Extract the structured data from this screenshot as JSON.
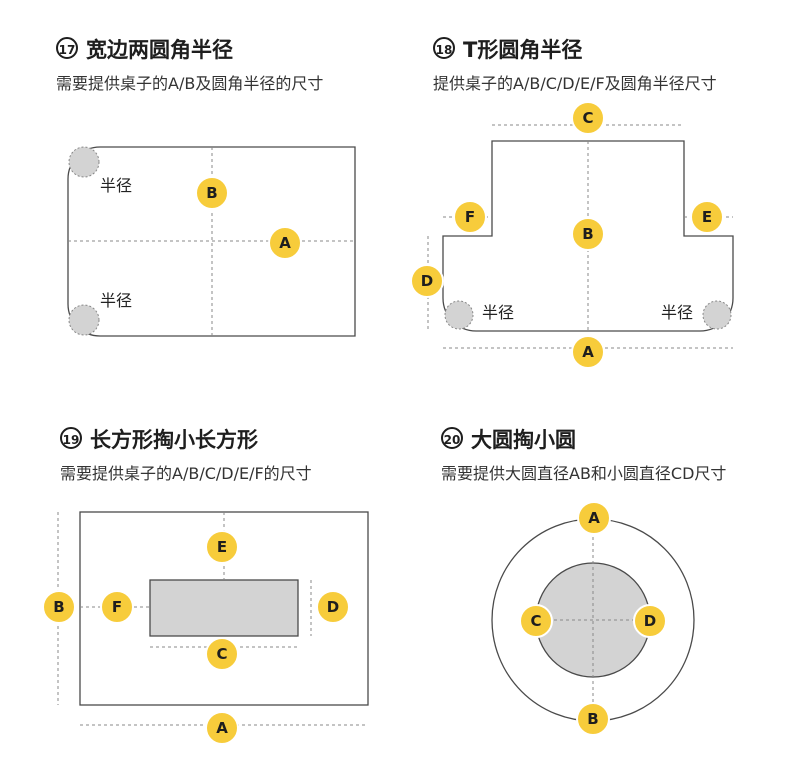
{
  "colors": {
    "badge": "#f7cc3b",
    "badge_border": "#ffffff",
    "fill_gray": "#d3d3d3",
    "stroke": "#4a4a4a",
    "dash": "#888888"
  },
  "panels": [
    {
      "number": "17",
      "title": "宽边两圆角半径",
      "subtitle": "需要提供桌子的A/B及圆角半径的尺寸",
      "labels": {
        "a": "A",
        "b": "B",
        "radius_top": "半径",
        "radius_bottom": "半径"
      }
    },
    {
      "number": "18",
      "title": "T形圆角半径",
      "subtitle": "提供桌子的A/B/C/D/E/F及圆角半径尺寸",
      "labels": {
        "a": "A",
        "b": "B",
        "c": "C",
        "d": "D",
        "e": "E",
        "f": "F",
        "radius_left": "半径",
        "radius_right": "半径"
      }
    },
    {
      "number": "19",
      "title": "长方形掏小长方形",
      "subtitle": "需要提供桌子的A/B/C/D/E/F的尺寸",
      "labels": {
        "a": "A",
        "b": "B",
        "c": "C",
        "d": "D",
        "e": "E",
        "f": "F"
      }
    },
    {
      "number": "20",
      "title": "大圆掏小圆",
      "subtitle": "需要提供大圆直径AB和小圆直径CD尺寸",
      "labels": {
        "a": "A",
        "b": "B",
        "c": "C",
        "d": "D"
      }
    }
  ]
}
